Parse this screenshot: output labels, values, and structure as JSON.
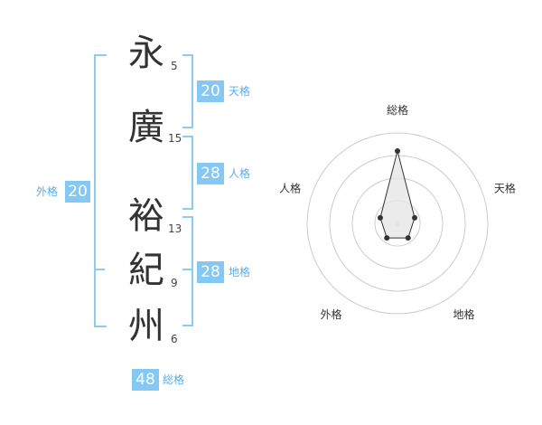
{
  "name": {
    "characters": [
      {
        "char": "永",
        "strokes": "5"
      },
      {
        "char": "廣",
        "strokes": "15"
      },
      {
        "char": "裕",
        "strokes": "13"
      },
      {
        "char": "紀",
        "strokes": "9"
      },
      {
        "char": "州",
        "strokes": "6"
      }
    ]
  },
  "fortunes": {
    "tenkaku": {
      "value": "20",
      "label": "天格"
    },
    "jinkaku": {
      "value": "28",
      "label": "人格"
    },
    "chikaku": {
      "value": "28",
      "label": "地格"
    },
    "gaikaku": {
      "value": "20",
      "label": "外格"
    },
    "soukaku": {
      "value": "48",
      "label": "総格"
    }
  },
  "chart_data": {
    "type": "radar",
    "axes": [
      "総格",
      "天格",
      "地格",
      "外格",
      "人格"
    ],
    "values": [
      4,
      1,
      1,
      1,
      1
    ],
    "max": 5,
    "rings": 4,
    "colors": {
      "accent": "#84c8f3",
      "line": "#333333",
      "ring": "#cccccc",
      "fill": "#e6e6e6"
    }
  }
}
